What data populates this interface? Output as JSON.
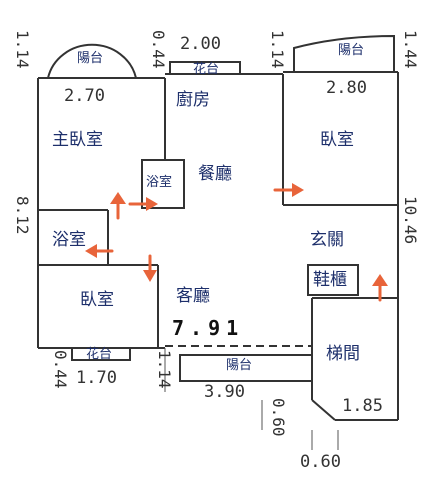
{
  "rooms": {
    "master_bedroom": "主臥室",
    "kitchen": "廚房",
    "bedroom_right": "臥室",
    "bathroom_small": "浴室",
    "dining": "餐廳",
    "bathroom_left": "浴室",
    "entrance": "玄關",
    "shoe_cabinet": "鞋櫃",
    "bedroom_left": "臥室",
    "living": "客廳",
    "stairwell": "梯間",
    "balcony_top_left": "陽台",
    "balcony_top_right": "陽台",
    "balcony_bottom": "陽台",
    "planter_top": "花台",
    "planter_bottom": "花台"
  },
  "dimensions": {
    "top_left_side": "1.14",
    "top_mid_1": "0.44",
    "top_mid_2": "2.00",
    "top_mid_3": "1.14",
    "top_right_side": "1.44",
    "master_width": "2.70",
    "right_bedroom_width": "2.80",
    "left_height": "8.12",
    "right_height": "10.46",
    "bottom_width": "7.91",
    "bottom_left_1": "0.44",
    "bottom_left_2": "1.70",
    "bottom_mid": "1.14",
    "bottom_balcony": "3.90",
    "bottom_small": "0.60",
    "bottom_bottom": "0.60",
    "stair_width": "1.85"
  },
  "colors": {
    "arrow": "#e8643a",
    "room_text": "#1d2f6b",
    "wall": "#333333"
  }
}
